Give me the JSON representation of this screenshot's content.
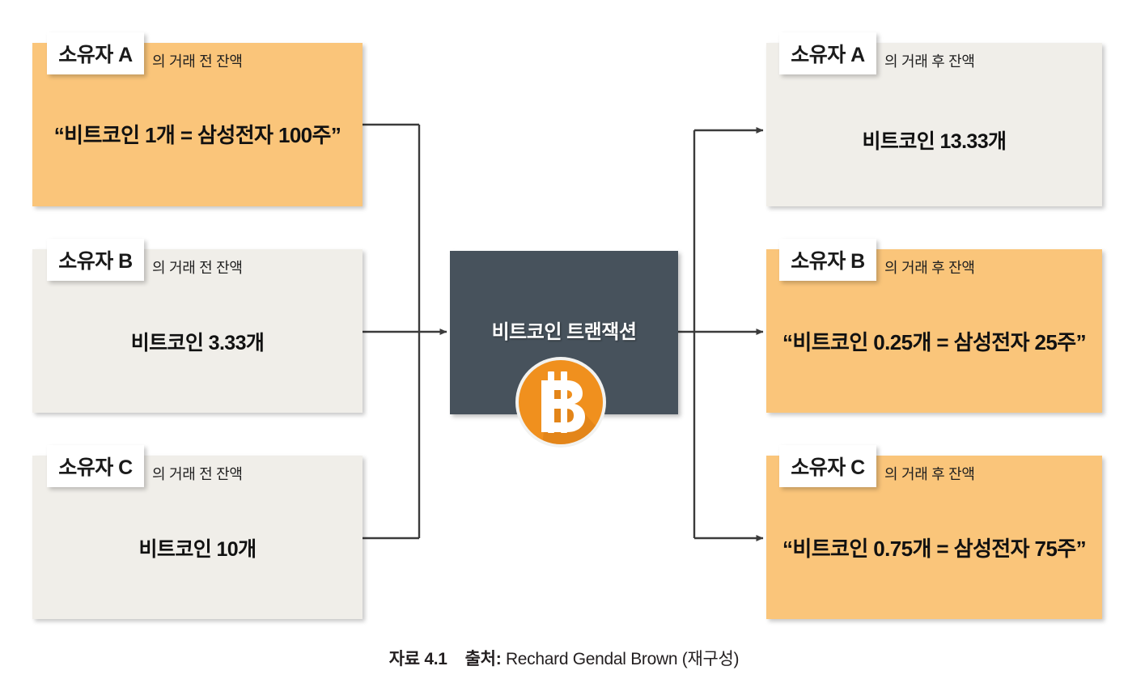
{
  "diagram": {
    "title": "비트코인 트랜잭션",
    "colors": {
      "orange": "#FAC57A",
      "gray": "#F0EEE9",
      "dark": "#47525C",
      "coin_orange": "#F0901E",
      "connector": "#3B3B3B"
    },
    "center_node": {
      "label": "비트코인 트랜잭션",
      "icon": "bitcoin-coin-icon"
    },
    "before": [
      {
        "owner": "소유자 A",
        "caption": "의 거래 전 잔액",
        "amount": "“비트코인 1개 = 삼성전자 100주”",
        "style": "orange",
        "amount_style": "quote"
      },
      {
        "owner": "소유자 B",
        "caption": "의 거래 전 잔액",
        "amount": "비트코인 3.33개",
        "style": "gray",
        "amount_style": "centered"
      },
      {
        "owner": "소유자 C",
        "caption": "의 거래 전 잔액",
        "amount": "비트코인 10개",
        "style": "gray",
        "amount_style": "centered"
      }
    ],
    "after": [
      {
        "owner": "소유자 A",
        "caption": "의 거래 후 잔액",
        "amount": "비트코인 13.33개",
        "style": "gray",
        "amount_style": "centered"
      },
      {
        "owner": "소유자 B",
        "caption": "의 거래 후 잔액",
        "amount": "“비트코인 0.25개 = 삼성전자 25주”",
        "style": "orange",
        "amount_style": "quote"
      },
      {
        "owner": "소유자 C",
        "caption": "의 거래 후 잔액",
        "amount": "“비트코인 0.75개 = 삼성전자 75주”",
        "style": "orange",
        "amount_style": "quote"
      }
    ],
    "caption": {
      "figure_number": "자료 4.1",
      "source_label": "출처:",
      "source_text": "Rechard Gendal Brown (재구성)"
    }
  }
}
